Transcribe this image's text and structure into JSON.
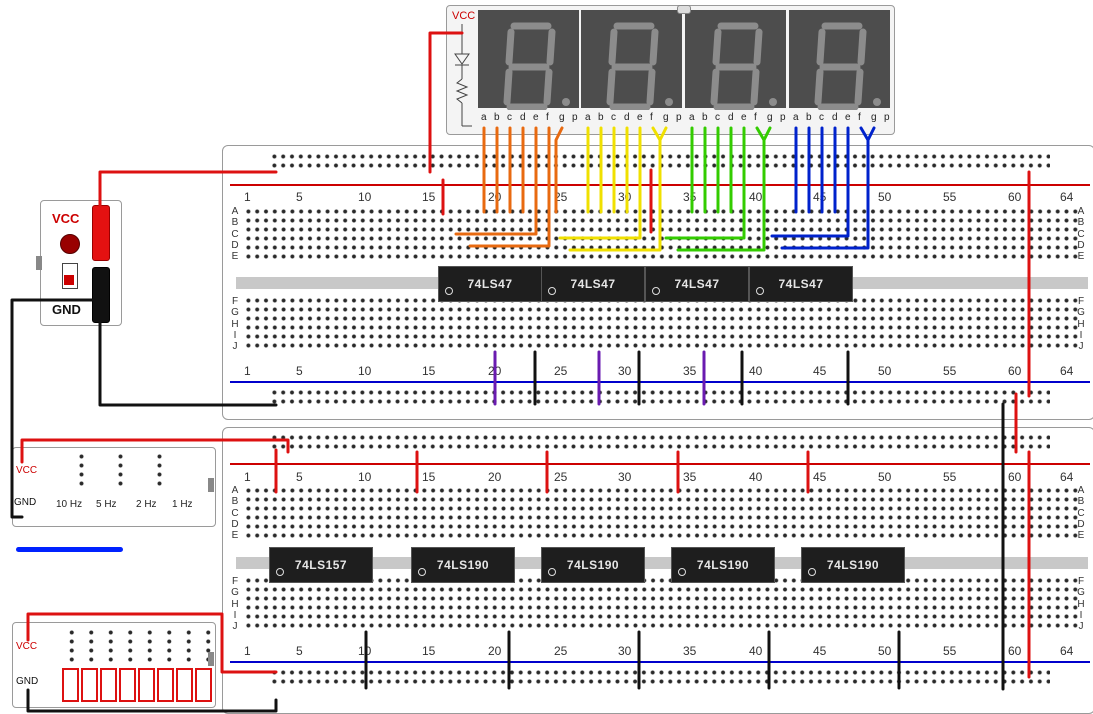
{
  "display": {
    "vcc_label": "VCC",
    "segment_letters": [
      "a",
      "b",
      "c",
      "d",
      "e",
      "f",
      "g",
      "p",
      "a",
      "b",
      "c",
      "d",
      "e",
      "f",
      "g",
      "p",
      "a",
      "b",
      "c",
      "d",
      "e",
      "f",
      "g",
      "p",
      "a",
      "b",
      "c",
      "d",
      "e",
      "f",
      "g",
      "p"
    ]
  },
  "power_module": {
    "vcc_label": "VCC",
    "gnd_label": "GND"
  },
  "clock_module": {
    "vcc_label": "VCC",
    "gnd_label": "GND",
    "frequencies": [
      "10 Hz",
      "5 Hz",
      "2 Hz",
      "1 Hz"
    ]
  },
  "switch_module": {
    "vcc_label": "VCC",
    "gnd_label": "GND"
  },
  "breadboards": {
    "column_numbers": [
      "1",
      "5",
      "10",
      "15",
      "20",
      "25",
      "30",
      "35",
      "40",
      "45",
      "50",
      "55",
      "60",
      "64"
    ],
    "rows_top": [
      "A",
      "B",
      "C",
      "D",
      "E"
    ],
    "rows_bottom": [
      "F",
      "G",
      "H",
      "I",
      "J"
    ]
  },
  "chips_top": [
    "74LS47",
    "74LS47",
    "74LS47",
    "74LS47"
  ],
  "chips_bottom": [
    "74LS157",
    "74LS190",
    "74LS190",
    "74LS190",
    "74LS190"
  ],
  "wire_colors": {
    "red": "#dd1111",
    "black": "#111111",
    "orange": "#e86a10",
    "yellow": "#f0e000",
    "green": "#33cc00",
    "blue": "#0022cc",
    "purple": "#6a1bb0"
  }
}
